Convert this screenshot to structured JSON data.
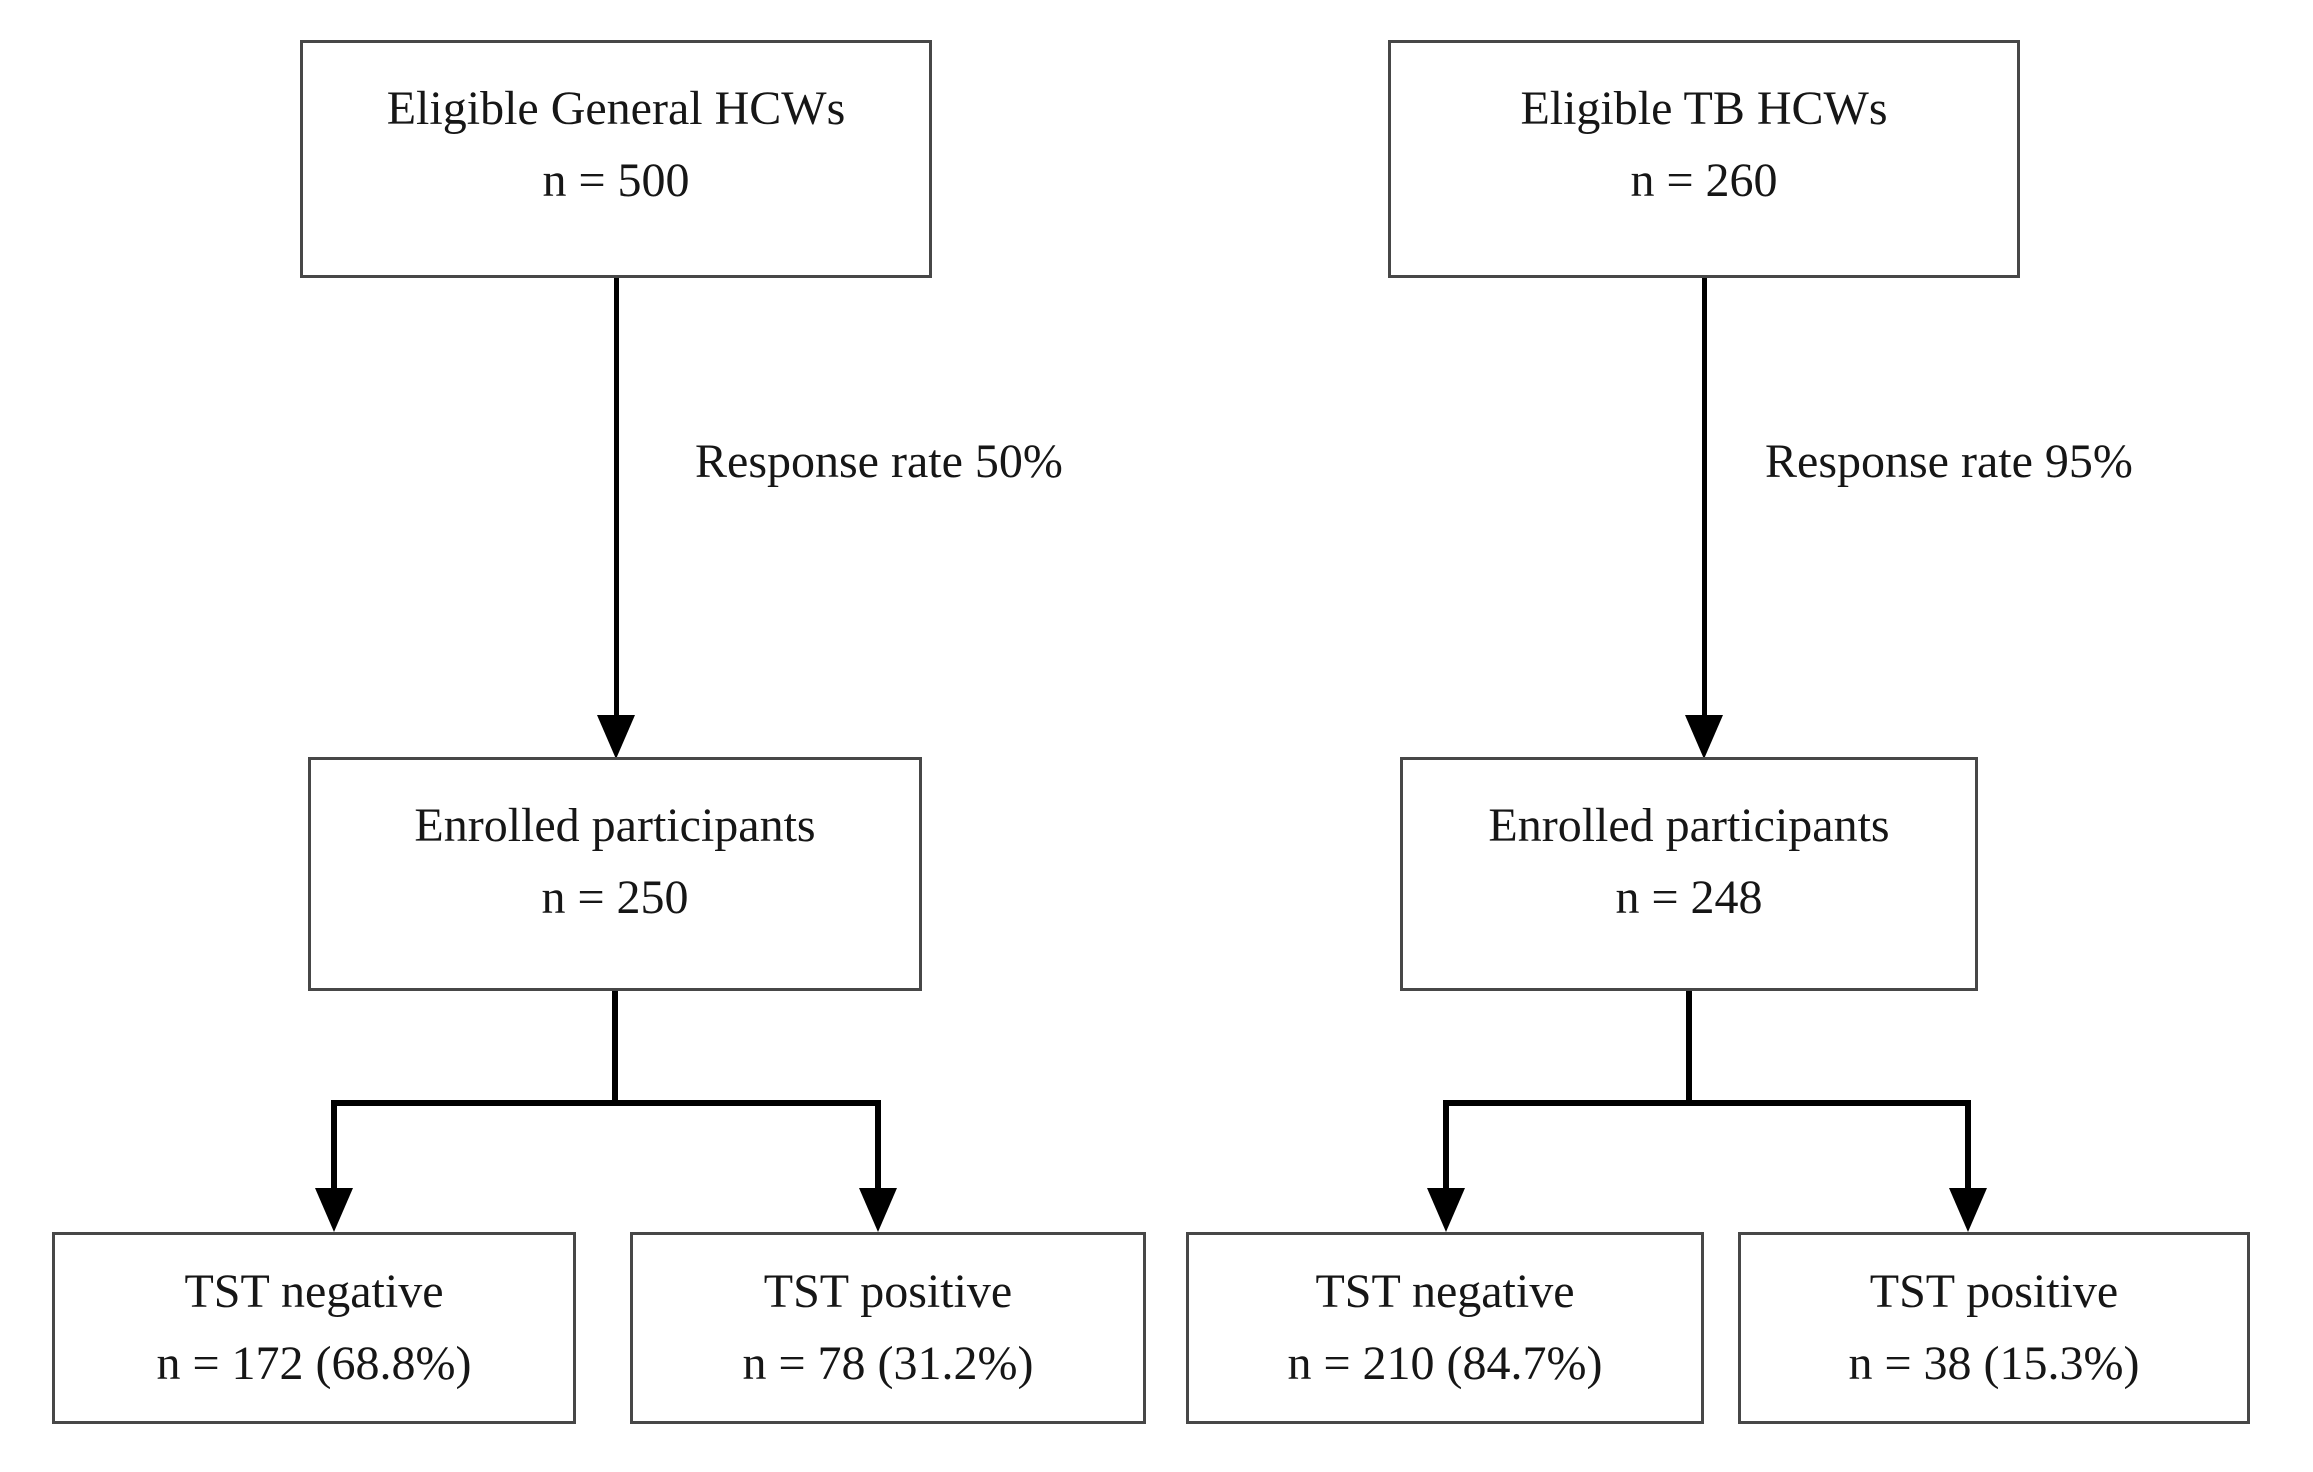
{
  "figure": {
    "type": "participant-flow-diagram",
    "background_color": "#ffffff",
    "line_color": "#000000",
    "box_border_color": "#474747",
    "text_color": "#161616"
  },
  "flows": [
    {
      "eligible": {
        "title": "Eligible General HCWs",
        "count": "n = 500"
      },
      "response_rate_label": "Response rate 50%",
      "enrolled": {
        "title": "Enrolled participants",
        "count": "n = 250"
      },
      "tst_negative": {
        "title": "TST negative",
        "count": "n = 172 (68.8%)"
      },
      "tst_positive": {
        "title": "TST positive",
        "count": "n = 78 (31.2%)"
      }
    },
    {
      "eligible": {
        "title": "Eligible TB HCWs",
        "count": "n = 260"
      },
      "response_rate_label": "Response rate 95%",
      "enrolled": {
        "title": "Enrolled participants",
        "count": "n = 248"
      },
      "tst_negative": {
        "title": "TST negative",
        "count": "n = 210 (84.7%)"
      },
      "tst_positive": {
        "title": "TST positive",
        "count": "n = 38 (15.3%)"
      }
    }
  ]
}
